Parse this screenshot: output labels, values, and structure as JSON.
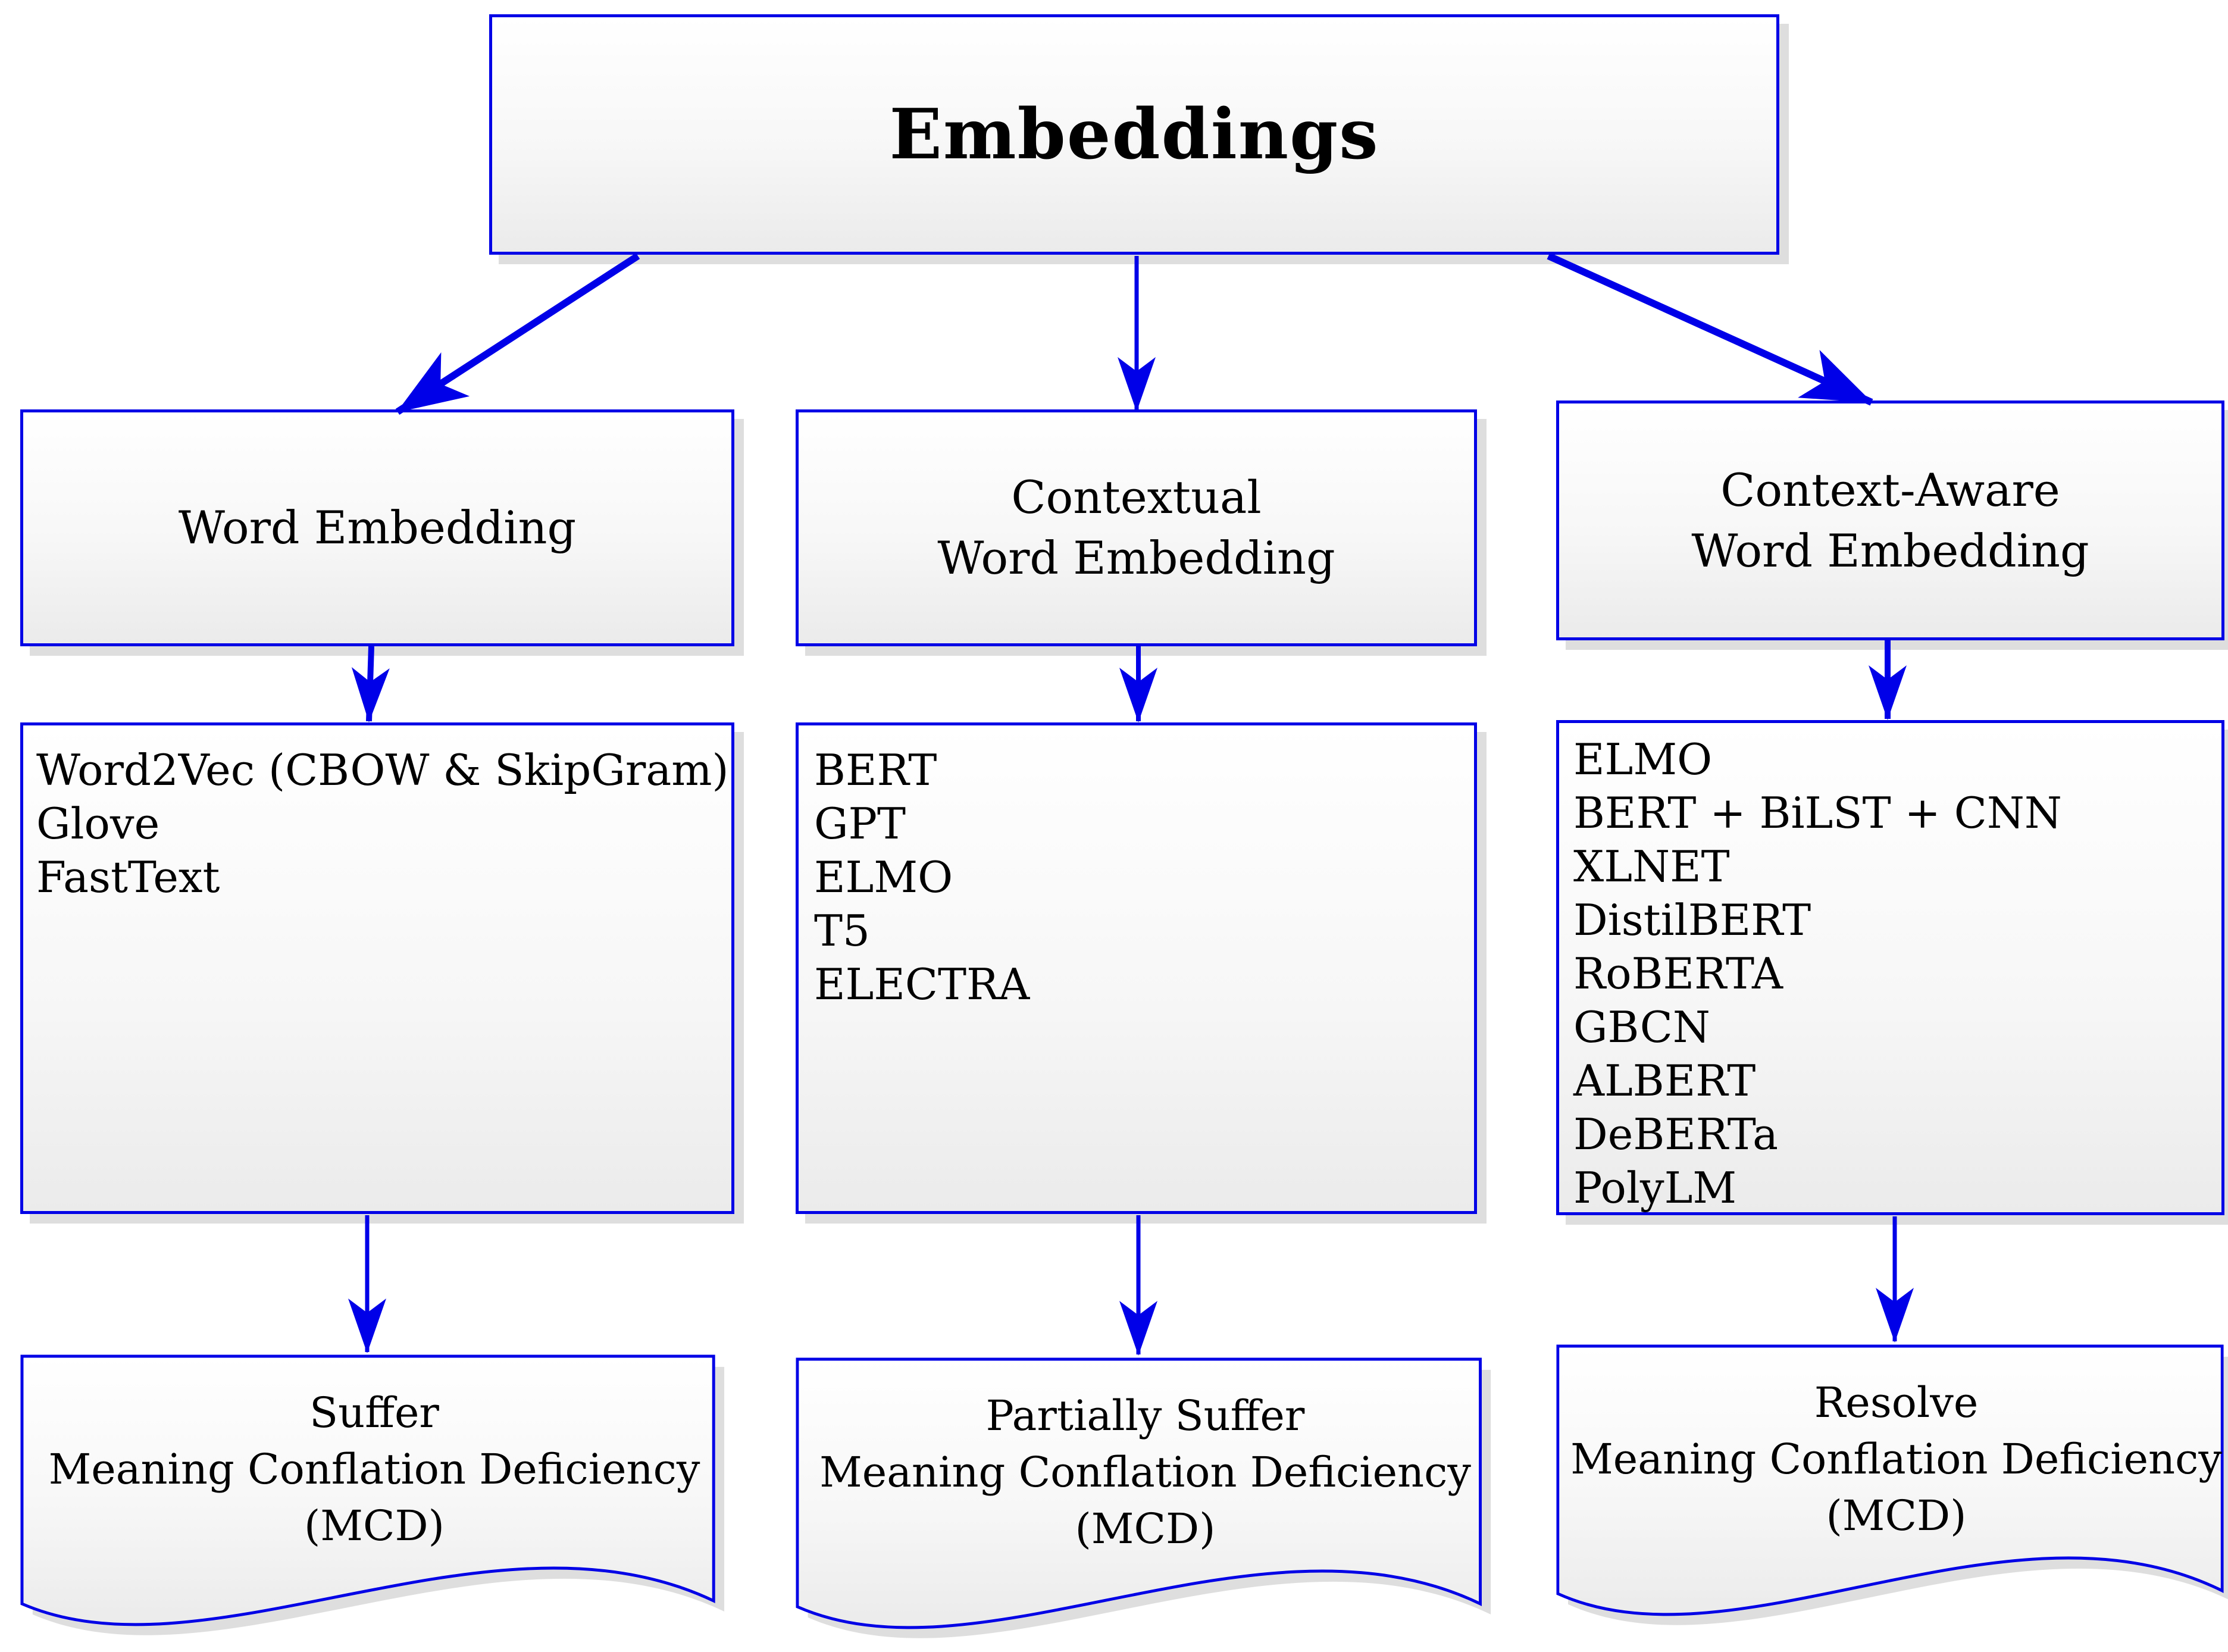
{
  "diagram": {
    "root_label": "Embeddings",
    "columns": [
      {
        "category_lines": [
          "Word Embedding"
        ],
        "methods": [
          "Word2Vec (CBOW & SkipGram)",
          "Glove",
          "FastText"
        ],
        "outcome_lines": [
          "Suffer",
          "Meaning Conflation Deficiency",
          "(MCD)"
        ]
      },
      {
        "category_lines": [
          "Contextual",
          "Word Embedding"
        ],
        "methods": [
          "BERT",
          "GPT",
          "ELMO",
          "T5",
          "ELECTRA"
        ],
        "outcome_lines": [
          "Partially Suffer",
          "Meaning Conflation Deficiency",
          "(MCD)"
        ]
      },
      {
        "category_lines": [
          "Context-Aware",
          "Word Embedding"
        ],
        "methods": [
          "ELMO",
          "BERT + BiLST + CNN",
          "XLNET",
          "DistilBERT",
          "RoBERTA",
          "GBCN",
          "ALBERT",
          "DeBERTa",
          "PolyLM"
        ],
        "outcome_lines": [
          "Resolve",
          "Meaning Conflation Deficiency",
          "(MCD)"
        ]
      }
    ],
    "colors": {
      "node_border": "#0000e6",
      "arrow": "#0000e8",
      "shadow": "#dedede",
      "fill_top": "#ffffff",
      "fill_bottom": "#ebebeb",
      "text": "#000000"
    }
  }
}
